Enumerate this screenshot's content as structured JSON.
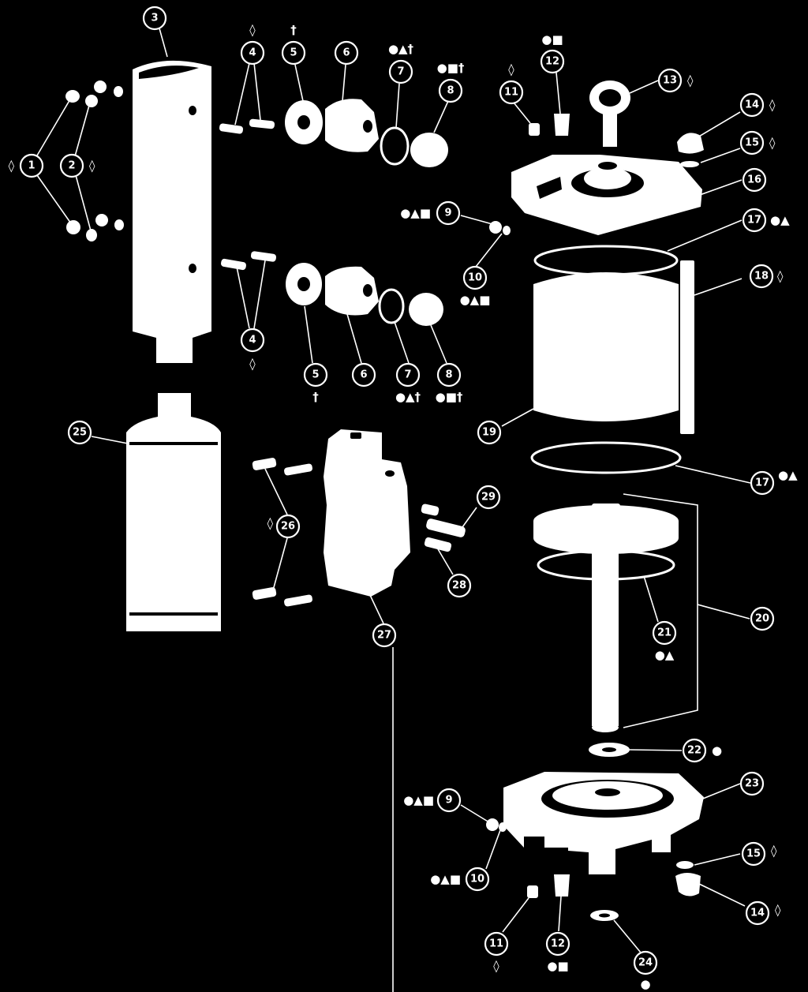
{
  "callouts": [
    {
      "id": "c1",
      "num": "1",
      "sym": "◊",
      "side": "left"
    },
    {
      "id": "c2",
      "num": "2",
      "sym": "◊",
      "side": "right"
    },
    {
      "id": "c3",
      "num": "3",
      "sym": "",
      "side": "none"
    },
    {
      "id": "c4a",
      "num": "4",
      "sym": "◊",
      "side": "above"
    },
    {
      "id": "c5a",
      "num": "5",
      "sym": "†",
      "side": "above"
    },
    {
      "id": "c6a",
      "num": "6",
      "sym": "",
      "side": "none"
    },
    {
      "id": "c7a",
      "num": "7",
      "sym": "●▲†",
      "side": "above"
    },
    {
      "id": "c8a",
      "num": "8",
      "sym": "●■†",
      "side": "above"
    },
    {
      "id": "c9a",
      "num": "9",
      "sym": "●▲■",
      "side": "left"
    },
    {
      "id": "c10a",
      "num": "10",
      "sym": "●▲■",
      "side": "below"
    },
    {
      "id": "c11a",
      "num": "11",
      "sym": "◊",
      "side": "above"
    },
    {
      "id": "c12a",
      "num": "12",
      "sym": "●■",
      "side": "above"
    },
    {
      "id": "c13",
      "num": "13",
      "sym": "◊",
      "side": "right"
    },
    {
      "id": "c14a",
      "num": "14",
      "sym": "◊",
      "side": "right"
    },
    {
      "id": "c15a",
      "num": "15",
      "sym": "◊",
      "side": "right"
    },
    {
      "id": "c16",
      "num": "16",
      "sym": "",
      "side": "none"
    },
    {
      "id": "c17a",
      "num": "17",
      "sym": "●▲",
      "side": "right"
    },
    {
      "id": "c18",
      "num": "18",
      "sym": "◊",
      "side": "right"
    },
    {
      "id": "c4b",
      "num": "4",
      "sym": "◊",
      "side": "below"
    },
    {
      "id": "c5b",
      "num": "5",
      "sym": "†",
      "side": "below"
    },
    {
      "id": "c6b",
      "num": "6",
      "sym": "",
      "side": "none"
    },
    {
      "id": "c7b",
      "num": "7",
      "sym": "●▲†",
      "side": "below"
    },
    {
      "id": "c8b",
      "num": "8",
      "sym": "●■†",
      "side": "below"
    },
    {
      "id": "c19",
      "num": "19",
      "sym": "",
      "side": "none"
    },
    {
      "id": "c25",
      "num": "25",
      "sym": "",
      "side": "none"
    },
    {
      "id": "c29",
      "num": "29",
      "sym": "",
      "side": "none"
    },
    {
      "id": "c17b",
      "num": "17",
      "sym": "●▲",
      "side": "right"
    },
    {
      "id": "c26",
      "num": "26",
      "sym": "◊",
      "side": "left"
    },
    {
      "id": "c28",
      "num": "28",
      "sym": "",
      "side": "none"
    },
    {
      "id": "c20",
      "num": "20",
      "sym": "",
      "side": "none"
    },
    {
      "id": "c27",
      "num": "27",
      "sym": "",
      "side": "none"
    },
    {
      "id": "c21",
      "num": "21",
      "sym": "●▲",
      "side": "below"
    },
    {
      "id": "c22",
      "num": "22",
      "sym": "●",
      "side": "right"
    },
    {
      "id": "c23",
      "num": "23",
      "sym": "",
      "side": "none"
    },
    {
      "id": "c9b",
      "num": "9",
      "sym": "●▲■",
      "side": "left"
    },
    {
      "id": "c15b",
      "num": "15",
      "sym": "◊",
      "side": "right"
    },
    {
      "id": "c10b",
      "num": "10",
      "sym": "●▲■",
      "side": "left"
    },
    {
      "id": "c14b",
      "num": "14",
      "sym": "◊",
      "side": "right"
    },
    {
      "id": "c11b",
      "num": "11",
      "sym": "◊",
      "side": "below"
    },
    {
      "id": "c12b",
      "num": "12",
      "sym": "●■",
      "side": "below"
    },
    {
      "id": "c24",
      "num": "24",
      "sym": "●",
      "side": "below"
    }
  ]
}
